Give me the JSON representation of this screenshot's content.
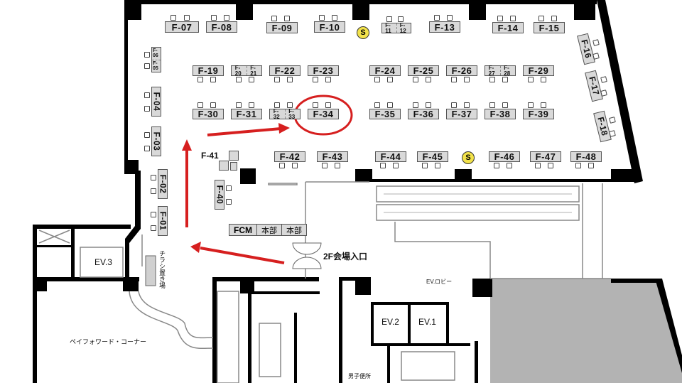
{
  "map": {
    "booths": {
      "F-01": "F-01",
      "F-02": "F-02",
      "F-03": "F-03",
      "F-04": "F-04",
      "F-05": "F-05",
      "F-06": "F-06",
      "F-07": "F-07",
      "F-08": "F-08",
      "F-09": "F-09",
      "F-10": "F-10",
      "F-11": "F-11",
      "F-12": "F-12",
      "F-13": "F-13",
      "F-14": "F-14",
      "F-15": "F-15",
      "F-16": "F-16",
      "F-17": "F-17",
      "F-18": "F-18",
      "F-19": "F-19",
      "F-20": "F-20",
      "F-21": "F-21",
      "F-22": "F-22",
      "F-23": "F-23",
      "F-24": "F-24",
      "F-25": "F-25",
      "F-26": "F-26",
      "F-27": "F-27",
      "F-28": "F-28",
      "F-29": "F-29",
      "F-30": "F-30",
      "F-31": "F-31",
      "F-32": "F-32",
      "F-33": "F-33",
      "F-34": "F-34",
      "F-35": "F-35",
      "F-36": "F-36",
      "F-37": "F-37",
      "F-38": "F-38",
      "F-39": "F-39",
      "F-40": "F-40",
      "F-41": "F-41",
      "F-42": "F-42",
      "F-43": "F-43",
      "F-44": "F-44",
      "F-45": "F-45",
      "F-46": "F-46",
      "F-47": "F-47",
      "F-48": "F-48"
    },
    "highlighted_booth": "F-34",
    "staff_marker": "S",
    "hq": {
      "fcm": "FCM",
      "honbu1": "本部",
      "honbu2": "本部"
    },
    "areas": {
      "entrance": "2F会場入口",
      "ev3": "EV.3",
      "ev2": "EV.2",
      "ev1": "EV.1",
      "ev_lobby": "EV.ロビー",
      "flyer_area": "チラシ置き場",
      "payforward": "ペイフォワード・コーナー",
      "mens_restroom": "男子便所"
    },
    "colors": {
      "route": "#d61f1f",
      "booth": "#d9d9d9",
      "staff": "#f2e24a",
      "closed_area": "#b3b3b3",
      "wall": "#000000"
    }
  }
}
